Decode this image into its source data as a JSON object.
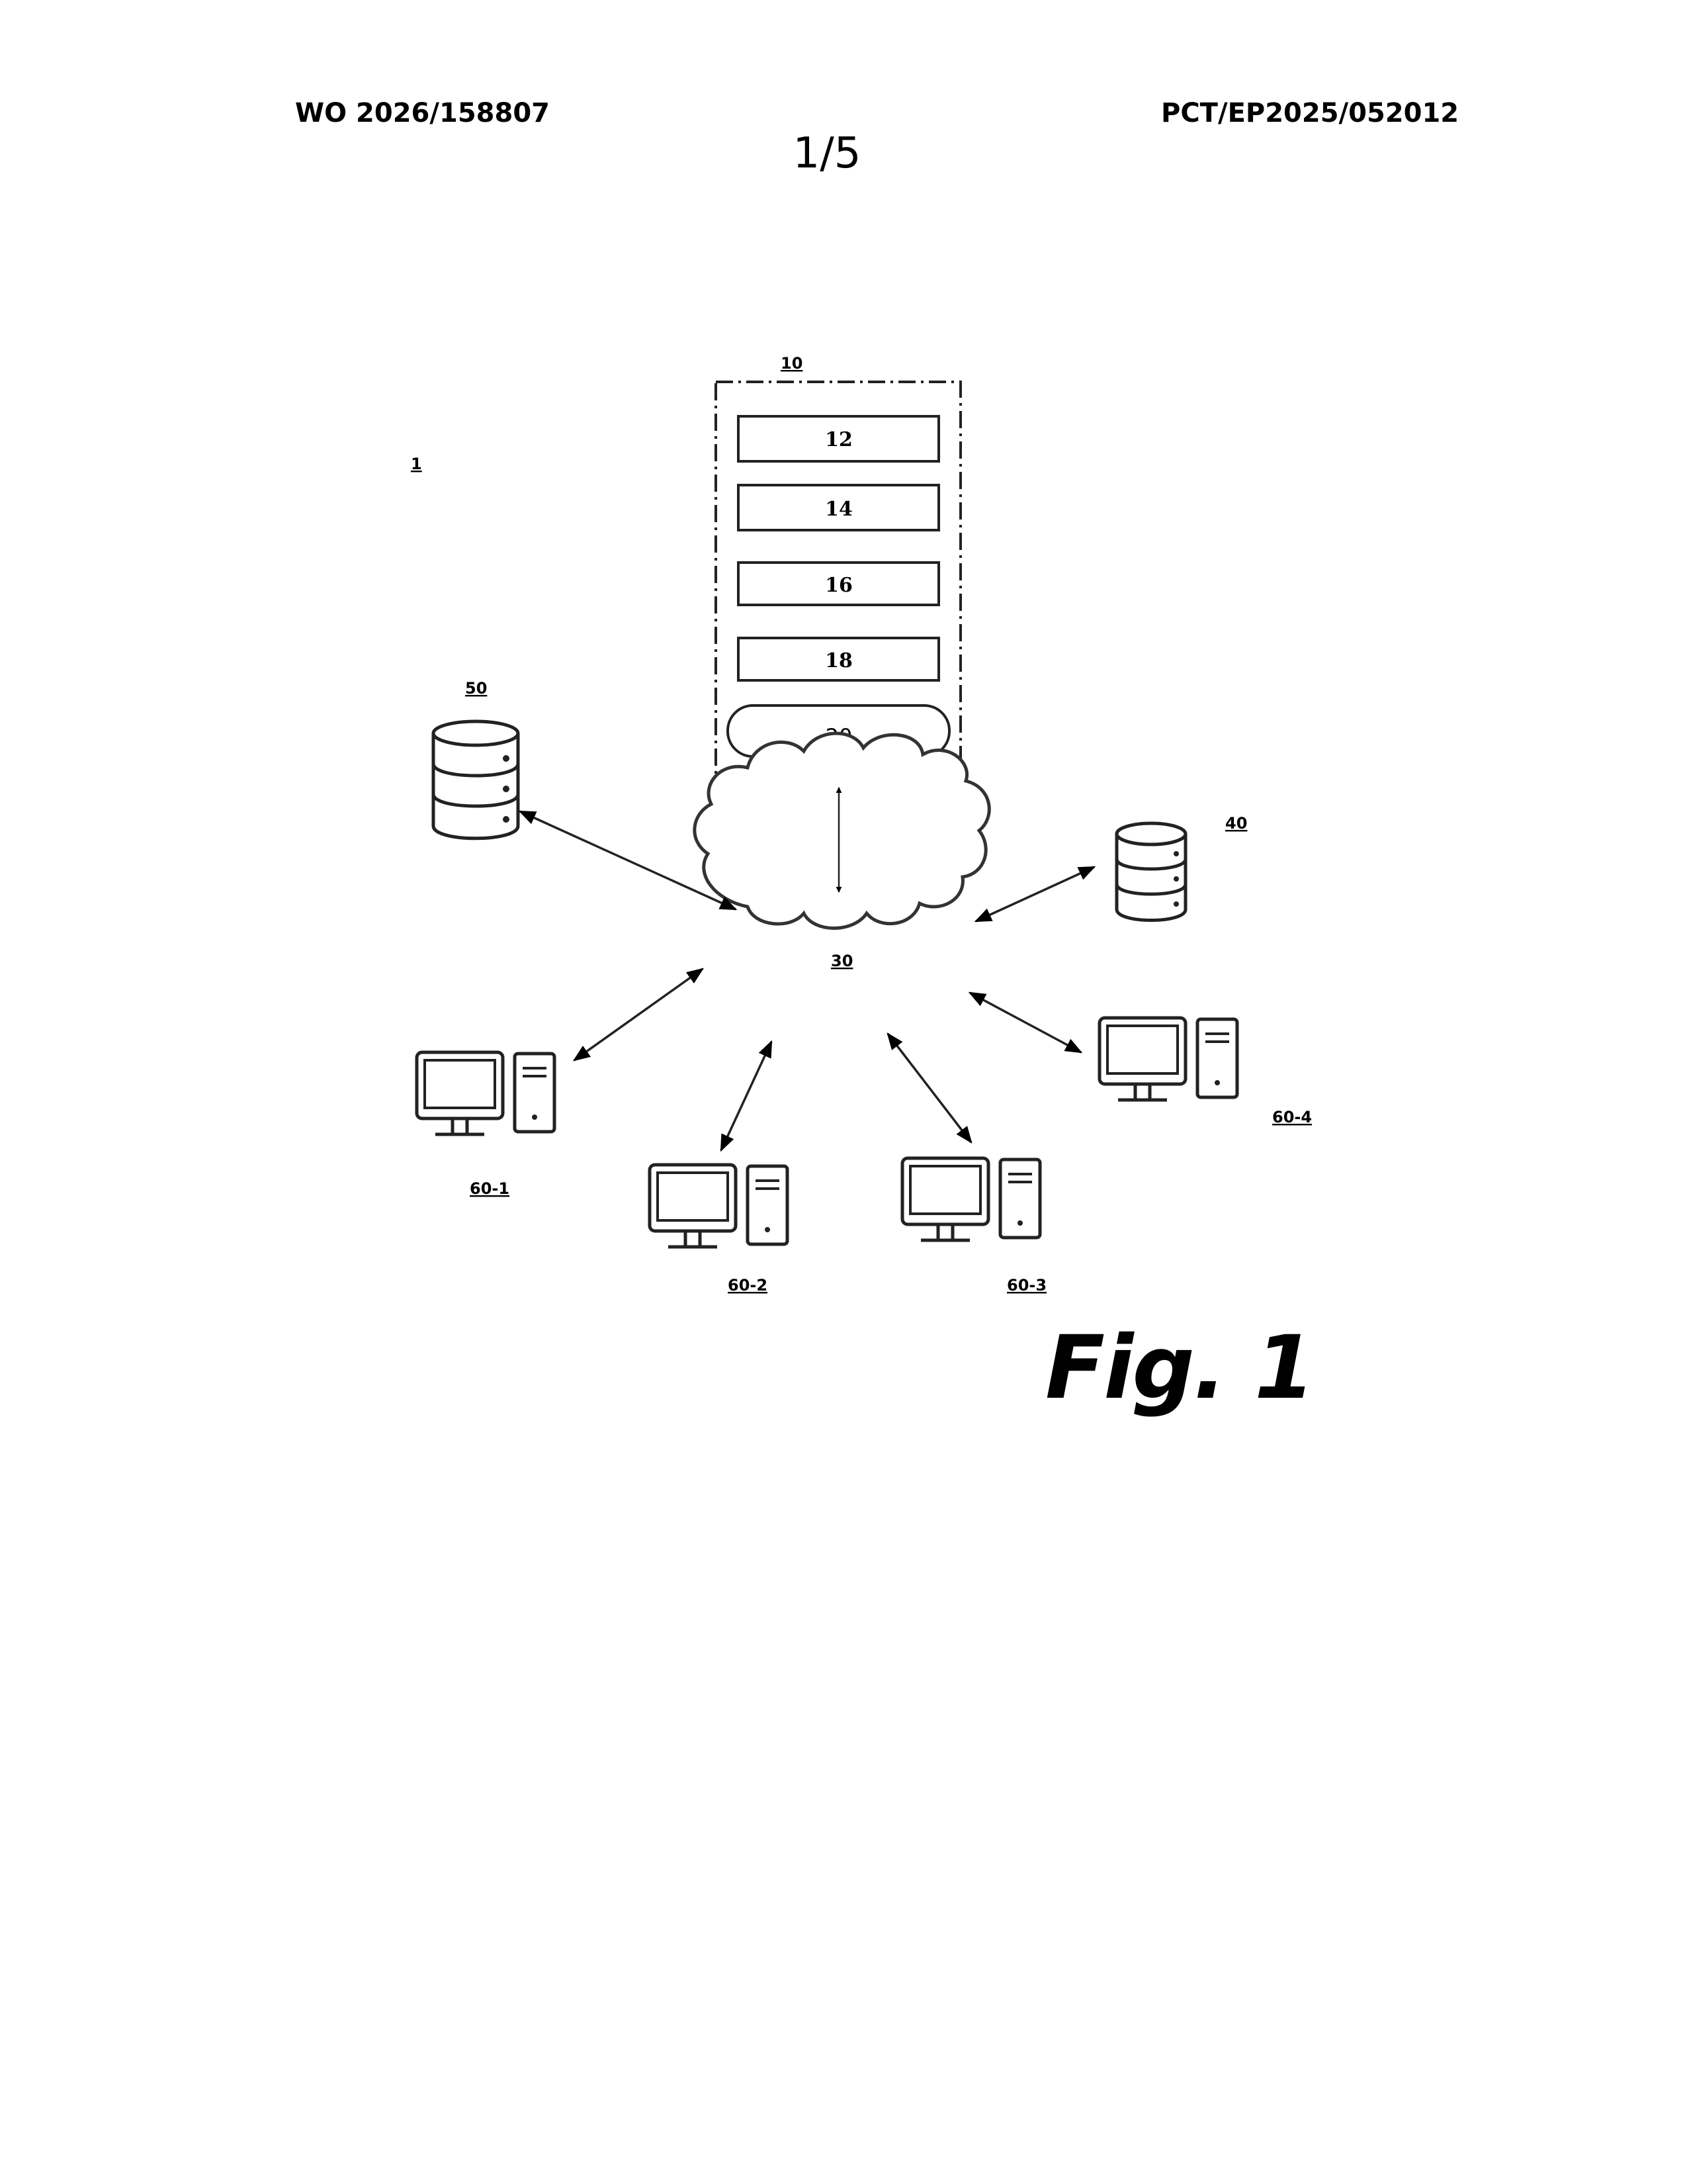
{
  "header": {
    "publication_number": "WO 2026/158807",
    "application_number": "PCT/EP2025/052012",
    "sheet": "1/5"
  },
  "diagram": {
    "system_label": "1",
    "server_label": "10",
    "modules": [
      "12",
      "14",
      "16",
      "18"
    ],
    "module_20": "20",
    "network_label": "30",
    "database_40_label": "40",
    "database_50_label": "50",
    "clients": [
      "60-1",
      "60-2",
      "60-3",
      "60-4"
    ]
  },
  "figure_caption": "Fig. 1"
}
